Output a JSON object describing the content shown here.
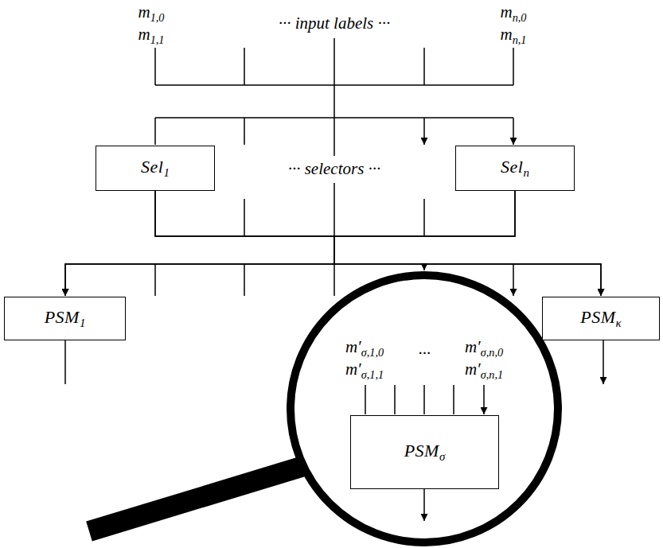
{
  "diagram": {
    "nodes": [
      {
        "text": [
          "Sel1"
        ]
      },
      {
        "text": [
          "Seln"
        ]
      },
      {
        "text": [
          "PSM1"
        ]
      },
      {
        "text": [
          "PSMκ"
        ]
      },
      {
        "text": [
          "PSMσ"
        ]
      }
    ],
    "edges": [
      {
        "from": 0,
        "to": 2,
        "arrow": "to"
      },
      {
        "from": 0,
        "to": 3,
        "arrow": "to"
      },
      {
        "from": 1,
        "to": 2,
        "arrow": "to"
      },
      {
        "from": 1,
        "to": 3,
        "arrow": "to"
      }
    ],
    "labels": [
      "m1,0",
      "m1,1",
      "··· input labels ···",
      "mn,0",
      "mn,1",
      "··· selectors ···",
      "m′σ,1,0",
      "m′σ,1,1",
      "···",
      "m′σ,n,0",
      "m′σ,n,1"
    ]
  }
}
